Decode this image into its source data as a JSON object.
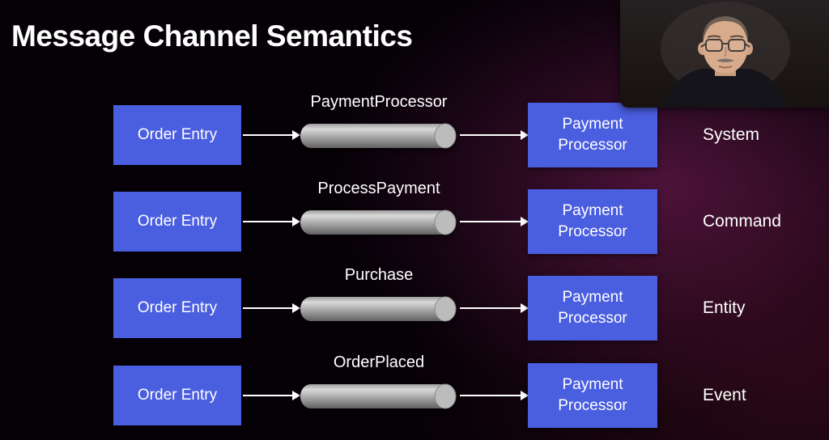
{
  "slide": {
    "title": "Message Channel Semantics"
  },
  "rows": [
    {
      "source": "Order Entry",
      "channel": "PaymentProcessor",
      "target": "Payment Processor",
      "semantic": "System"
    },
    {
      "source": "Order Entry",
      "channel": "ProcessPayment",
      "target": "Payment Processor",
      "semantic": "Command"
    },
    {
      "source": "Order Entry",
      "channel": "Purchase",
      "target": "Payment Processor",
      "semantic": "Entity"
    },
    {
      "source": "Order Entry",
      "channel": "OrderPlaced",
      "target": "Payment Processor",
      "semantic": "Event"
    }
  ],
  "colors": {
    "box_blue": "#4a5ee0",
    "background": "#060107",
    "text": "#ffffff",
    "cylinder_gray": "#a8a8a8"
  }
}
